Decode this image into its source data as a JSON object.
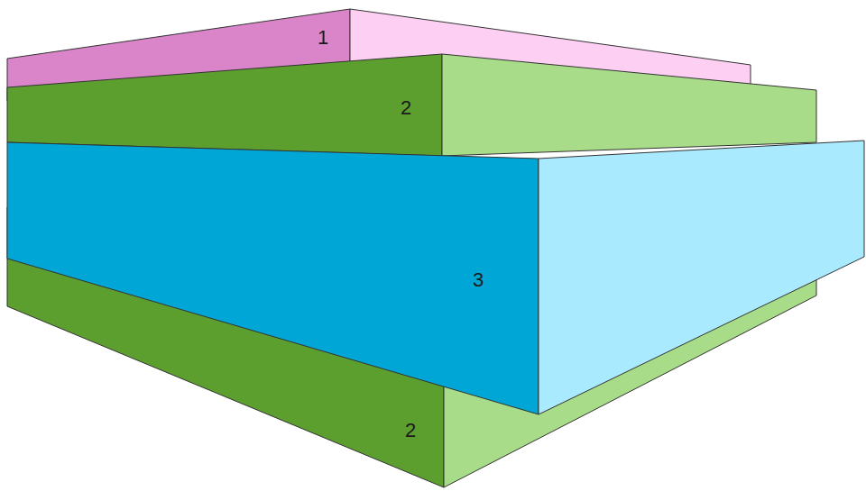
{
  "diagram": {
    "nodes": [
      {
        "text": [
          "1"
        ]
      },
      {
        "text": [
          "2"
        ]
      },
      {
        "text": [
          "3"
        ]
      },
      {
        "text": [
          "2"
        ]
      }
    ]
  }
}
